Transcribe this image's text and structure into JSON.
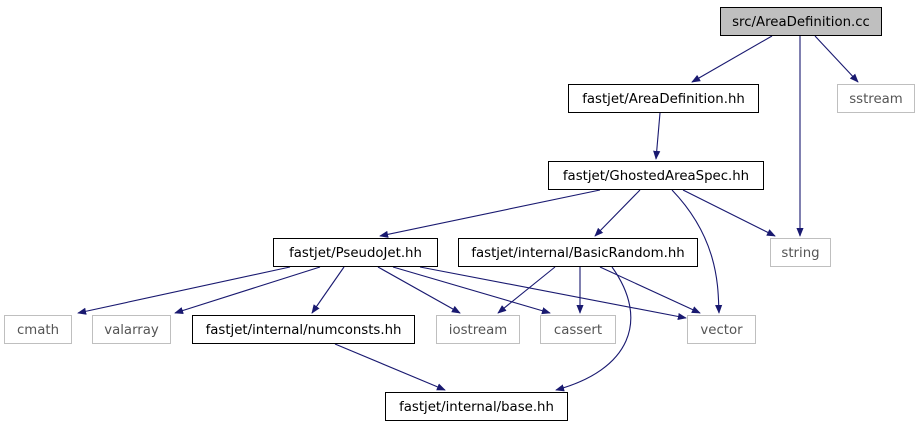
{
  "graph": {
    "title": "",
    "colors": {
      "edge": "#191970",
      "root_fill": "#bfbfbf",
      "node_border": "#000000",
      "system_border": "#bfbfbf"
    },
    "nodes": [
      {
        "id": "n0",
        "label": "src/AreaDefinition.cc",
        "kind": "root"
      },
      {
        "id": "n1",
        "label": "fastjet/AreaDefinition.hh",
        "kind": "local"
      },
      {
        "id": "n2",
        "label": "sstream",
        "kind": "system"
      },
      {
        "id": "n3",
        "label": "fastjet/GhostedAreaSpec.hh",
        "kind": "local"
      },
      {
        "id": "n4",
        "label": "fastjet/PseudoJet.hh",
        "kind": "local"
      },
      {
        "id": "n5",
        "label": "fastjet/internal/BasicRandom.hh",
        "kind": "local"
      },
      {
        "id": "n6",
        "label": "string",
        "kind": "system"
      },
      {
        "id": "n7",
        "label": "cmath",
        "kind": "system"
      },
      {
        "id": "n8",
        "label": "valarray",
        "kind": "system"
      },
      {
        "id": "n9",
        "label": "fastjet/internal/numconsts.hh",
        "kind": "local"
      },
      {
        "id": "n10",
        "label": "iostream",
        "kind": "system"
      },
      {
        "id": "n11",
        "label": "cassert",
        "kind": "system"
      },
      {
        "id": "n12",
        "label": "vector",
        "kind": "system"
      },
      {
        "id": "n13",
        "label": "fastjet/internal/base.hh",
        "kind": "local"
      }
    ],
    "edges": [
      {
        "from": "n0",
        "to": "n1"
      },
      {
        "from": "n0",
        "to": "n2"
      },
      {
        "from": "n0",
        "to": "n6"
      },
      {
        "from": "n1",
        "to": "n3"
      },
      {
        "from": "n3",
        "to": "n4"
      },
      {
        "from": "n3",
        "to": "n5"
      },
      {
        "from": "n3",
        "to": "n6"
      },
      {
        "from": "n3",
        "to": "n12"
      },
      {
        "from": "n4",
        "to": "n7"
      },
      {
        "from": "n4",
        "to": "n8"
      },
      {
        "from": "n4",
        "to": "n9"
      },
      {
        "from": "n4",
        "to": "n10"
      },
      {
        "from": "n4",
        "to": "n11"
      },
      {
        "from": "n4",
        "to": "n12"
      },
      {
        "from": "n5",
        "to": "n10"
      },
      {
        "from": "n5",
        "to": "n11"
      },
      {
        "from": "n5",
        "to": "n12"
      },
      {
        "from": "n5",
        "to": "n13"
      },
      {
        "from": "n9",
        "to": "n13"
      }
    ]
  }
}
